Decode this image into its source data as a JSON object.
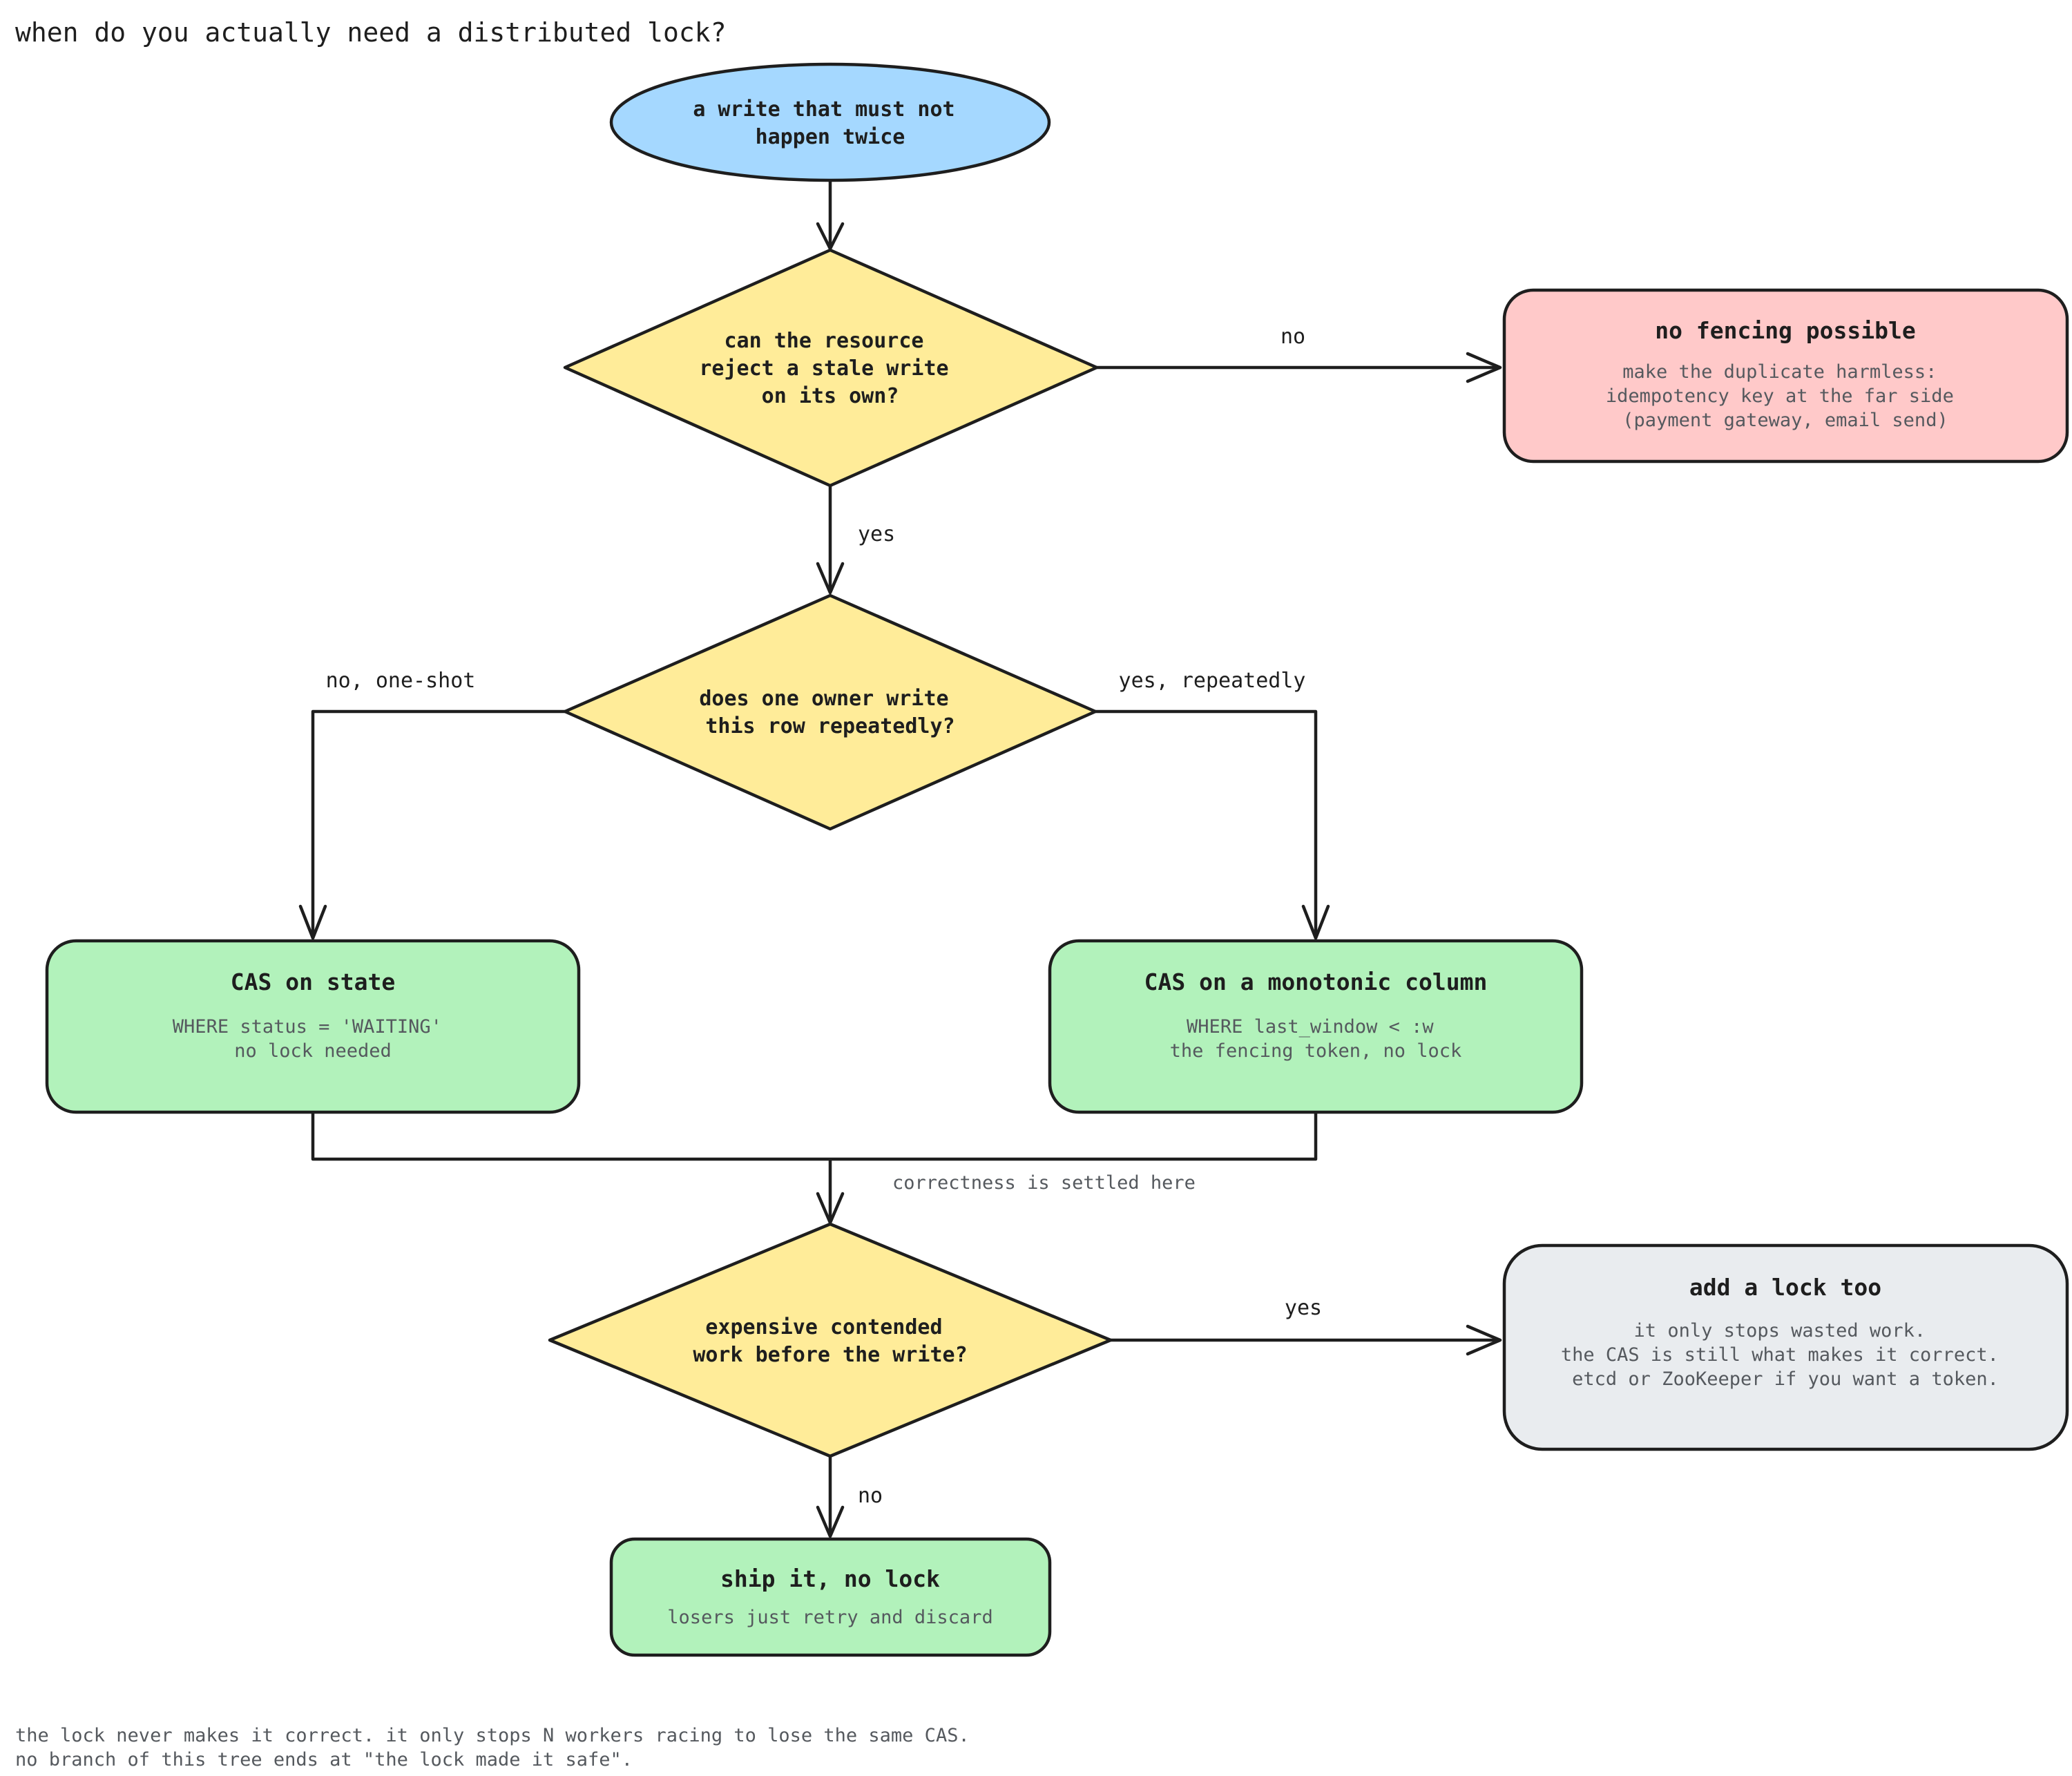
{
  "title": "when do you actually need a distributed lock?",
  "colors": {
    "start": "#a5d8ff",
    "decision": "#ffec99",
    "success": "#b2f2bb",
    "danger": "#ffc9c9",
    "neutral": "#e9ecef",
    "stroke": "#1e1e1e"
  },
  "nodes": {
    "start": {
      "lines": [
        "a write that must not",
        "happen twice"
      ]
    },
    "q1": {
      "lines": [
        "can the resource",
        "reject a stale write",
        "on its own?"
      ]
    },
    "no_fencing": {
      "title": "no fencing possible",
      "lines": [
        "make the duplicate harmless:",
        "idempotency key at the far side",
        "(payment gateway, email send)"
      ]
    },
    "q2": {
      "lines": [
        "does one owner write",
        "this row repeatedly?"
      ]
    },
    "cas_state": {
      "title": "CAS on state",
      "lines": [
        "WHERE status = 'WAITING'",
        "no lock needed"
      ]
    },
    "cas_monotonic": {
      "title": "CAS on a monotonic column",
      "lines": [
        "WHERE last_window < :w",
        "the fencing token, no lock"
      ]
    },
    "q3": {
      "lines": [
        "expensive contended",
        "work before the write?"
      ]
    },
    "add_lock": {
      "title": "add a lock too",
      "lines": [
        "it only stops wasted work.",
        "the CAS is still what makes it correct.",
        "etcd or ZooKeeper if you want a token."
      ]
    },
    "ship": {
      "title": "ship it, no lock",
      "lines": [
        "losers just retry and discard"
      ]
    }
  },
  "edges": {
    "q1_no": "no",
    "q1_yes": "yes",
    "q2_no": "no, one-shot",
    "q2_yes": "yes, repeatedly",
    "merge_note": "correctness is settled here",
    "q3_yes": "yes",
    "q3_no": "no"
  },
  "footer": [
    "the lock never makes it correct. it only stops N workers racing to lose the same CAS.",
    "no branch of this tree ends at \"the lock made it safe\"."
  ]
}
